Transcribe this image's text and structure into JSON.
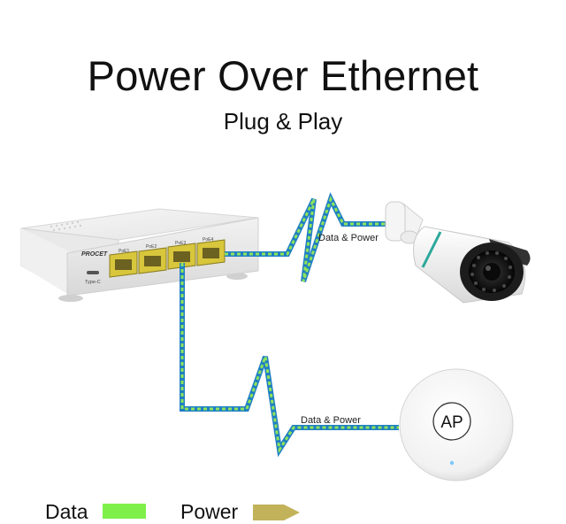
{
  "title": "Power Over Ethernet",
  "subtitle": "Plug & Play",
  "switch": {
    "brand": "PROCET",
    "ports": [
      "PoE1",
      "PoE2",
      "PoE3",
      "PoE4"
    ],
    "usb_label": "Type-C"
  },
  "links": {
    "camera_label": "Data & Power",
    "ap_label": "Data & Power"
  },
  "access_point": {
    "label": "AP"
  },
  "legend": {
    "data_label": "Data",
    "power_label": "Power",
    "data_color": "#7ff04a",
    "power_color": "#c2b25a"
  },
  "colors": {
    "cable_blue": "#1f7fc4",
    "cable_green": "#8fe35a",
    "port_yellow": "#d8c63c",
    "camera_accent": "#2aa89a"
  }
}
